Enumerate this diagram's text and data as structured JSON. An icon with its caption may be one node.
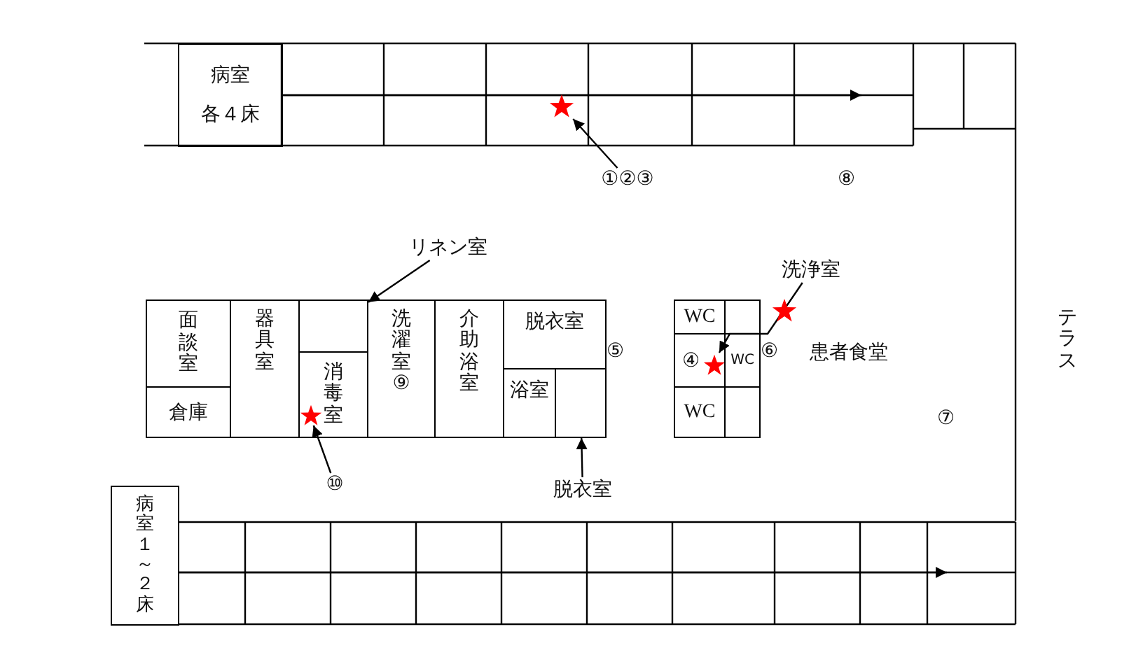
{
  "diagram": {
    "nodes": [
      {
        "text": [
          "病室",
          "各４床"
        ]
      },
      {
        "text": [],
        "shape": "star"
      },
      {
        "text": [
          "①②③"
        ]
      },
      {
        "text": [
          "リネン室"
        ]
      },
      {
        "text": [
          "洗浄室"
        ]
      },
      {
        "text": [
          "面談室"
        ]
      },
      {
        "text": [
          "倉庫"
        ]
      },
      {
        "text": [
          "器具室"
        ]
      },
      {
        "text": [],
        "shape": "box"
      },
      {
        "text": [
          "消毒室"
        ]
      },
      {
        "text": [],
        "shape": "star",
        "in": 9
      },
      {
        "text": [
          "洗濯室",
          "⑨"
        ]
      },
      {
        "text": [
          "介助浴室"
        ]
      },
      {
        "text": [
          "脱衣室"
        ]
      },
      {
        "text": [
          "浴室"
        ]
      },
      {
        "text": [],
        "shape": "box"
      },
      {
        "text": [
          "WC"
        ]
      },
      {
        "text": [],
        "shape": "box"
      },
      {
        "text": [
          "④"
        ]
      },
      {
        "text": [
          "WC"
        ]
      },
      {
        "text": [
          "WC"
        ]
      },
      {
        "text": [],
        "shape": "box"
      },
      {
        "text": [],
        "shape": "star",
        "in": 18
      },
      {
        "text": [],
        "shape": "star"
      },
      {
        "text": [
          "⑩"
        ]
      },
      {
        "text": [
          "脱衣室"
        ]
      },
      {
        "text": [
          "病室１～２床"
        ]
      }
    ],
    "edges": [
      {
        "from": 0,
        "to": null,
        "arrow": "to"
      },
      {
        "from": 2,
        "to": 1,
        "arrow": "to"
      },
      {
        "from": 3,
        "to": 8,
        "arrow": "to"
      },
      {
        "from": 4,
        "to": 22,
        "arrow": "to"
      },
      {
        "from": 24,
        "to": 10,
        "arrow": "to"
      },
      {
        "from": 25,
        "to": 15,
        "arrow": "to"
      },
      {
        "from": 26,
        "to": null,
        "arrow": "to"
      }
    ],
    "labels": [
      "⑧",
      "⑤",
      "⑥",
      "患者食堂",
      "テラス",
      "⑦"
    ]
  }
}
